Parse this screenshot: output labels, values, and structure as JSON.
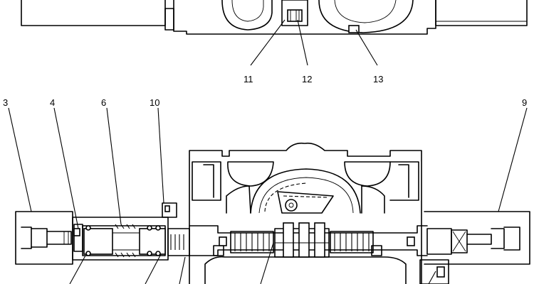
{
  "callouts": [
    {
      "id": "11",
      "text": "11"
    },
    {
      "id": "12",
      "text": "12"
    },
    {
      "id": "13",
      "text": "13"
    },
    {
      "id": "3",
      "text": "3"
    },
    {
      "id": "4",
      "text": "4"
    },
    {
      "id": "6",
      "text": "6"
    },
    {
      "id": "10",
      "text": "10"
    },
    {
      "id": "9",
      "text": "9"
    }
  ]
}
